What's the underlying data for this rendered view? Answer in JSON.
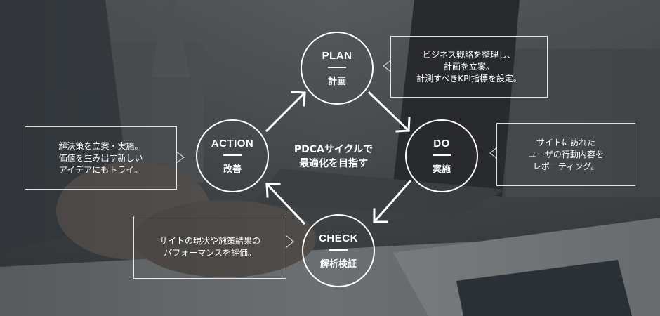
{
  "center": {
    "line1": "PDCAサイクルで",
    "line2": "最適化を目指す"
  },
  "stages": {
    "plan": {
      "en": "PLAN",
      "jp": "計画"
    },
    "do": {
      "en": "DO",
      "jp": "実施"
    },
    "check": {
      "en": "CHECK",
      "jp": "解析検証"
    },
    "action": {
      "en": "ACTION",
      "jp": "改善"
    }
  },
  "notes": {
    "plan": [
      "ビジネス戦略を整理し、",
      "計画を立案。",
      "計測すべきKPI指標を設定。"
    ],
    "do": [
      "サイトに訪れた",
      "ユーザの行動内容を",
      "レポーティング。"
    ],
    "check": [
      "サイトの現状や施策結果の",
      "パフォーマンスを評価。"
    ],
    "action": [
      "解決策を立案・実施。",
      "価値を生み出す新しい",
      "アイデアにもトライ。"
    ]
  },
  "colors": {
    "line": "#ffffff",
    "overlay": "#2b2f33"
  }
}
